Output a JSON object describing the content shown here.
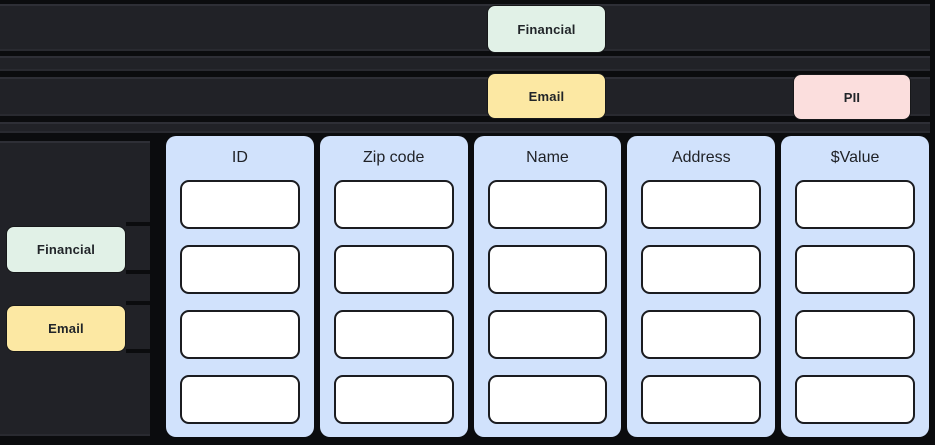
{
  "tags": {
    "top_row1": [
      {
        "label": "Financial",
        "color": "#e1f1e7"
      }
    ],
    "top_row2": [
      {
        "label": "Email",
        "color": "#fce8a3"
      },
      {
        "label": "PII",
        "color": "#fbdedd"
      }
    ],
    "left": [
      {
        "label": "Financial",
        "color": "#e1f1e7"
      },
      {
        "label": "Email",
        "color": "#fce8a3"
      }
    ]
  },
  "table": {
    "columns": [
      {
        "label": "ID",
        "cells": [
          "",
          "",
          "",
          ""
        ]
      },
      {
        "label": "Zip code",
        "cells": [
          "",
          "",
          "",
          ""
        ]
      },
      {
        "label": "Name",
        "cells": [
          "",
          "",
          "",
          ""
        ]
      },
      {
        "label": "Address",
        "cells": [
          "",
          "",
          "",
          ""
        ]
      },
      {
        "label": "$Value",
        "cells": [
          "",
          "",
          "",
          ""
        ]
      }
    ]
  },
  "colors": {
    "background": "#0b0c0e",
    "bar": "#212227",
    "column_bg": "#d1e2fc",
    "cell_bg": "#ffffff",
    "tag_financial": "#e1f1e7",
    "tag_email": "#fce8a3",
    "tag_pii": "#fbdedd",
    "text_dark": "#1f2126"
  }
}
